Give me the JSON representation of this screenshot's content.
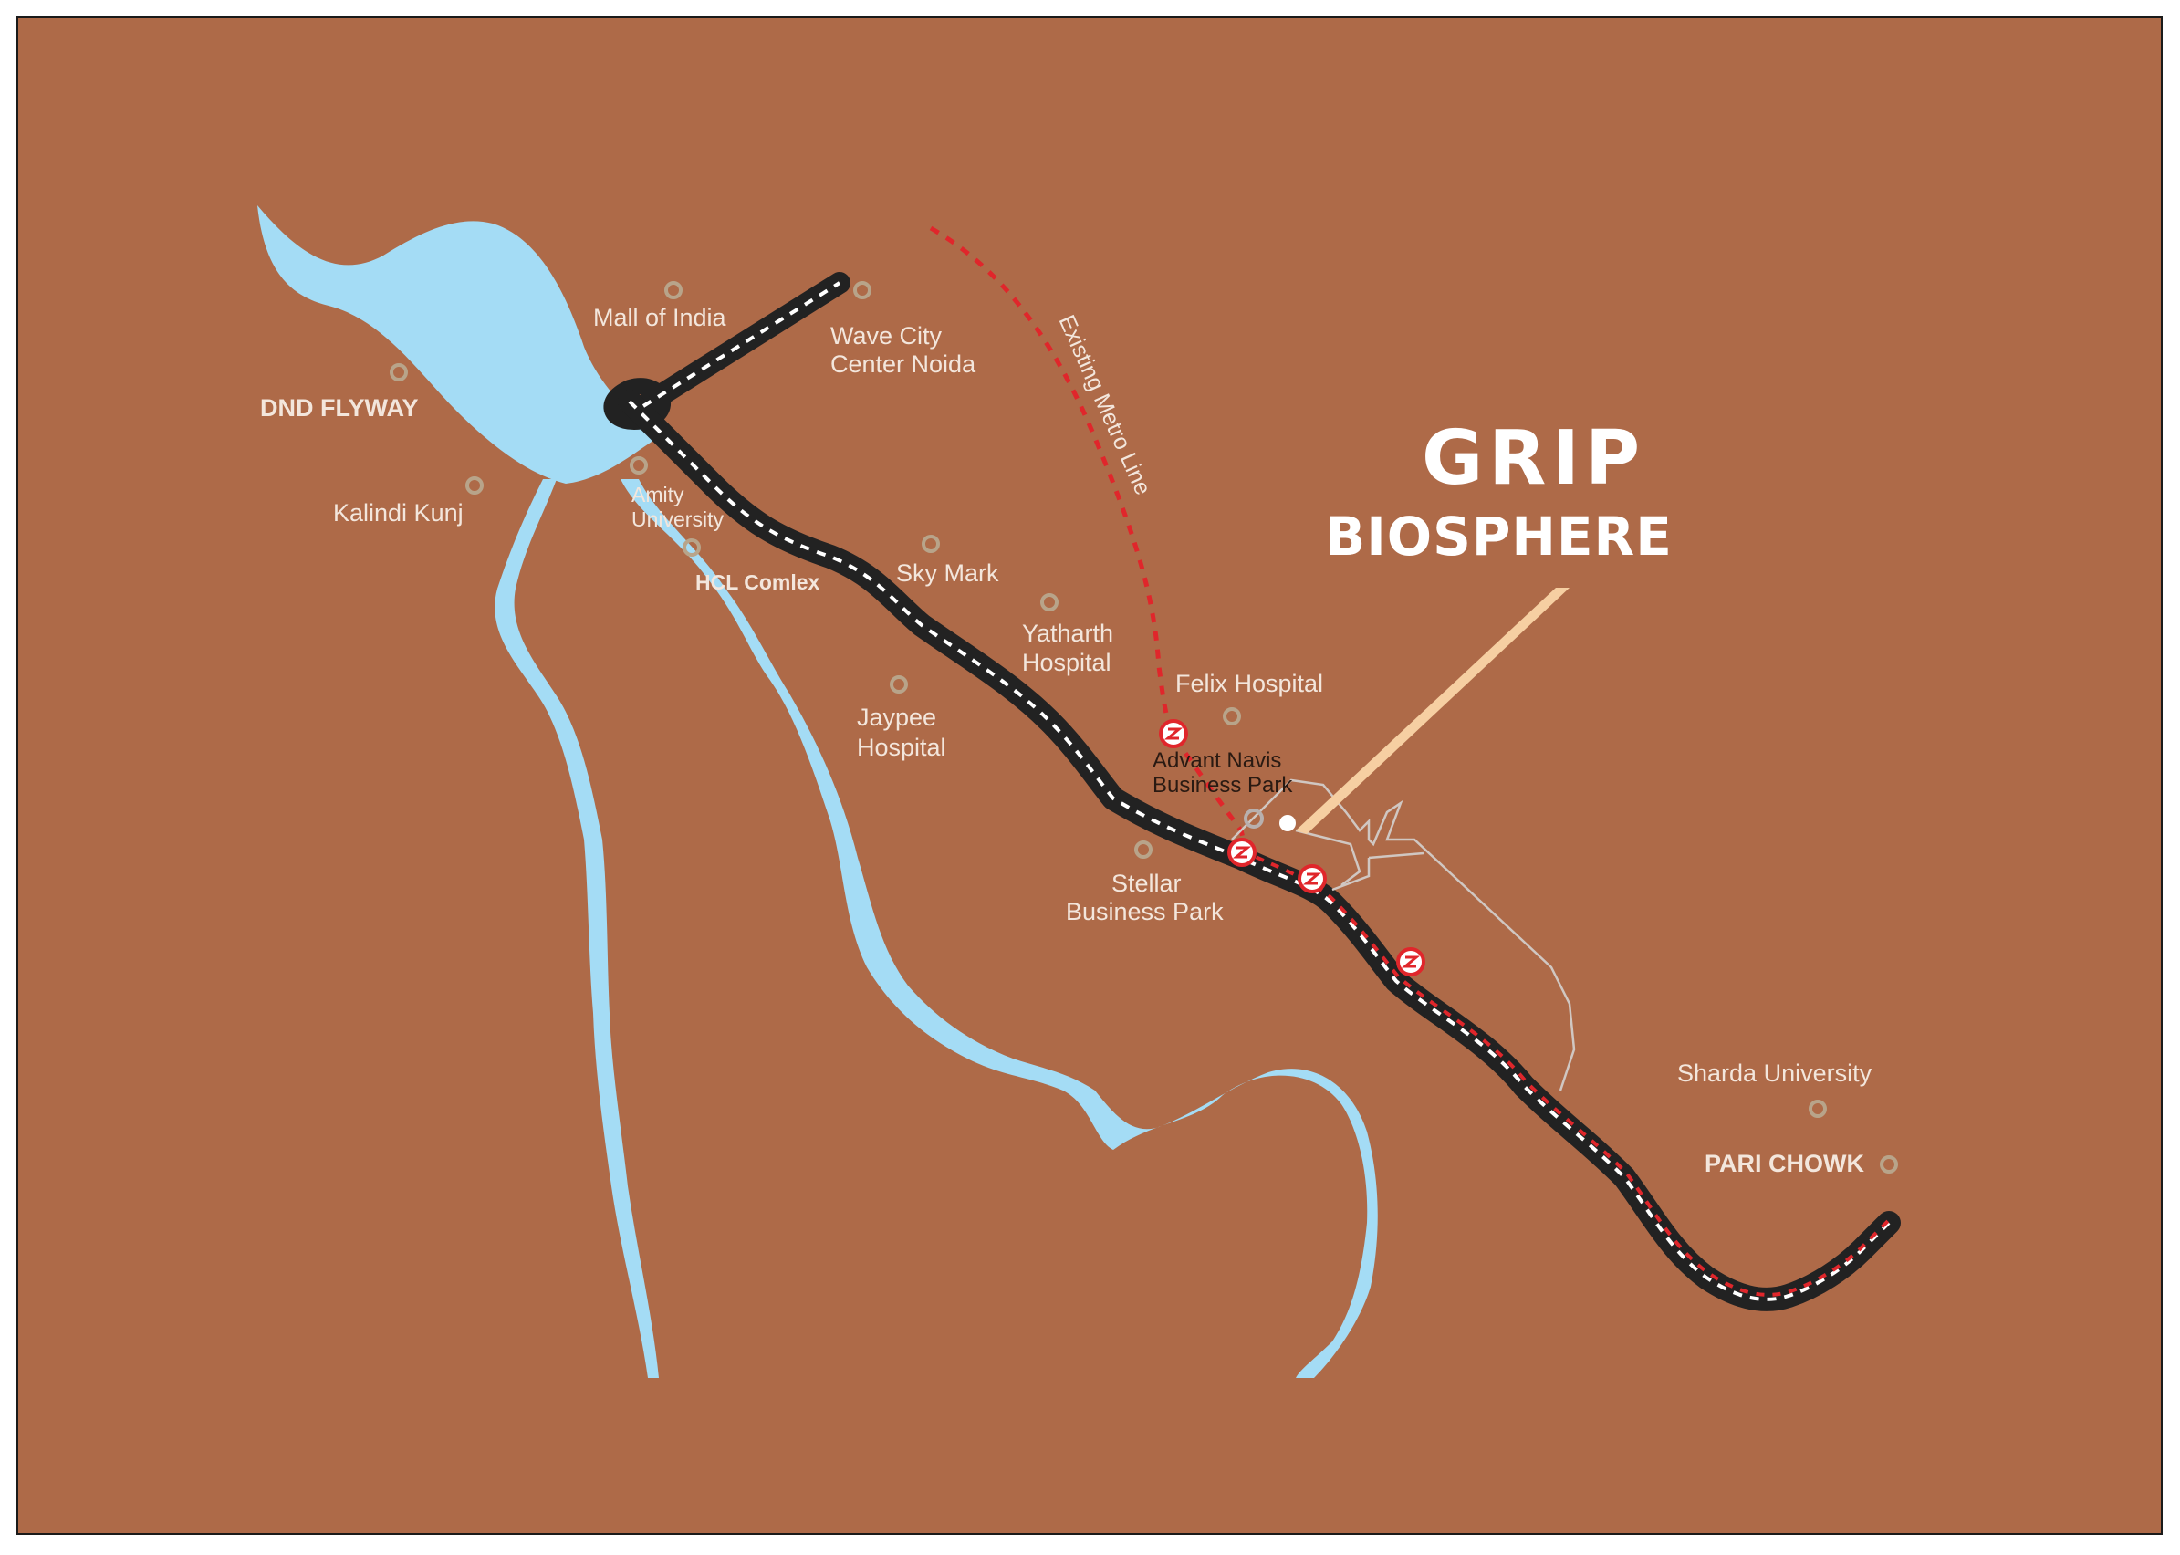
{
  "brand": {
    "title_line1": "GRIP",
    "title_line2": "BIOSPHERE"
  },
  "map": {
    "colors": {
      "land": "#ae6a48",
      "water": "#a4dcf5",
      "road": "#222222",
      "road_dash": "#ffffff",
      "metro": "#e0262b",
      "landmark": "#b8a48a",
      "plot_outline": "#d0c7c2",
      "pointer": "#f6cfa2"
    },
    "metro_line_label": "Existing Metro Line",
    "landmarks": {
      "mall_of_india": "Mall of India",
      "wave_city_1": "Wave City",
      "wave_city_2": "Center Noida",
      "dnd_flyway": "DND FLYWAY",
      "kalindi_kunj": "Kalindi Kunj",
      "amity_1": "Amity",
      "amity_2": "University",
      "hcl": "HCL Comlex",
      "sky_mark": "Sky Mark",
      "yatharth_1": "Yatharth",
      "yatharth_2": "Hospital",
      "jaypee_1": "Jaypee",
      "jaypee_2": "Hospital",
      "felix": "Felix Hospital",
      "advant_1": "Advant Navis",
      "advant_2": "Business Park",
      "stellar_1": "Stellar",
      "stellar_2": "Business Park",
      "sharda": "Sharda University",
      "pari_chowk": "PARI CHOWK"
    }
  }
}
